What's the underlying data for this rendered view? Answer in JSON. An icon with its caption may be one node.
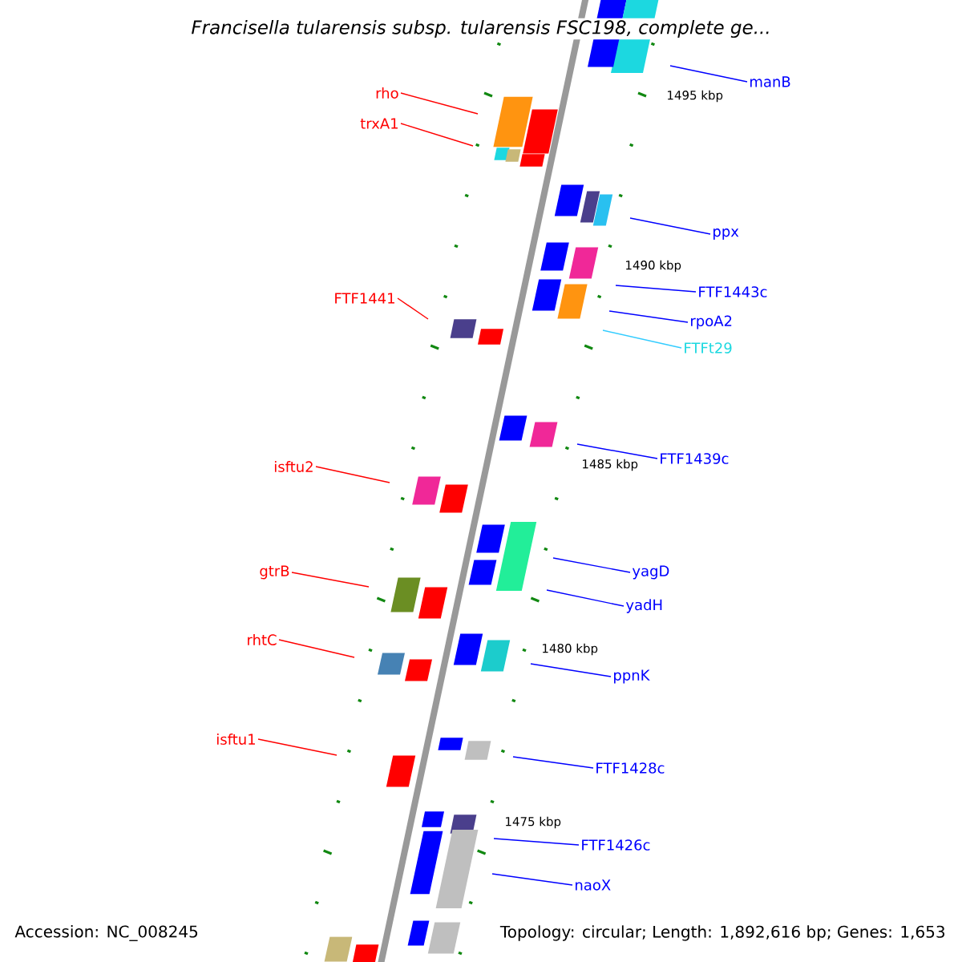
{
  "diagram": {
    "title": "Francisella tularensis subsp. tularensis FSC198, complete ge...",
    "nodes": [
      {
        "text": [
          "rho"
        ]
      },
      {
        "text": [
          "trxA1"
        ]
      },
      {
        "text": [
          "FTF1441"
        ]
      },
      {
        "text": [
          "isftu2"
        ]
      },
      {
        "text": [
          "gtrB"
        ]
      },
      {
        "text": [
          "rhtC"
        ]
      },
      {
        "text": [
          "isftu1"
        ]
      },
      {
        "text": [
          "manB"
        ]
      },
      {
        "text": [
          "ppx"
        ]
      },
      {
        "text": [
          "FTF1443c"
        ]
      },
      {
        "text": [
          "rpoA2"
        ]
      },
      {
        "text": [
          "FTFt29"
        ]
      },
      {
        "text": [
          "FTF1439c"
        ]
      },
      {
        "text": [
          "yagD"
        ]
      },
      {
        "text": [
          "yadH"
        ]
      },
      {
        "text": [
          "ppnK"
        ]
      },
      {
        "text": [
          "FTF1428c"
        ]
      },
      {
        "text": [
          "FTF1426c"
        ]
      },
      {
        "text": [
          "naoX"
        ]
      }
    ],
    "edges": [
      {
        "from": 0,
        "to": null,
        "arrow": "none",
        "color": "#ff0000"
      },
      {
        "from": 1,
        "to": null,
        "arrow": "none",
        "color": "#ff0000"
      },
      {
        "from": 2,
        "to": null,
        "arrow": "none",
        "color": "#ff0000"
      },
      {
        "from": 3,
        "to": null,
        "arrow": "none",
        "color": "#ff0000"
      },
      {
        "from": 4,
        "to": null,
        "arrow": "none",
        "color": "#ff0000"
      },
      {
        "from": 5,
        "to": null,
        "arrow": "none",
        "color": "#ff0000"
      },
      {
        "from": 6,
        "to": null,
        "arrow": "none",
        "color": "#ff0000"
      },
      {
        "from": 7,
        "to": null,
        "arrow": "none"
      },
      {
        "from": 8,
        "to": null,
        "arrow": "none"
      },
      {
        "from": 9,
        "to": null,
        "arrow": "none"
      },
      {
        "from": 10,
        "to": null,
        "arrow": "none"
      },
      {
        "from": 11,
        "to": null,
        "arrow": "none",
        "color": "#33ccff"
      },
      {
        "from": 12,
        "to": null,
        "arrow": "none"
      },
      {
        "from": 13,
        "to": null,
        "arrow": "none"
      },
      {
        "from": 14,
        "to": null,
        "arrow": "none"
      },
      {
        "from": 15,
        "to": null,
        "arrow": "none"
      },
      {
        "from": 16,
        "to": null,
        "arrow": "none"
      },
      {
        "from": 17,
        "to": null,
        "arrow": "none"
      },
      {
        "from": 18,
        "to": null,
        "arrow": "none"
      }
    ],
    "labels": [
      "1495 kbp",
      "1490 kbp",
      "1485 kbp",
      "1480 kbp",
      "1475 kbp",
      "Accession: NC_008245",
      "Topology: circular; Length: 1,892,616 bp; Genes: 1,653"
    ]
  }
}
